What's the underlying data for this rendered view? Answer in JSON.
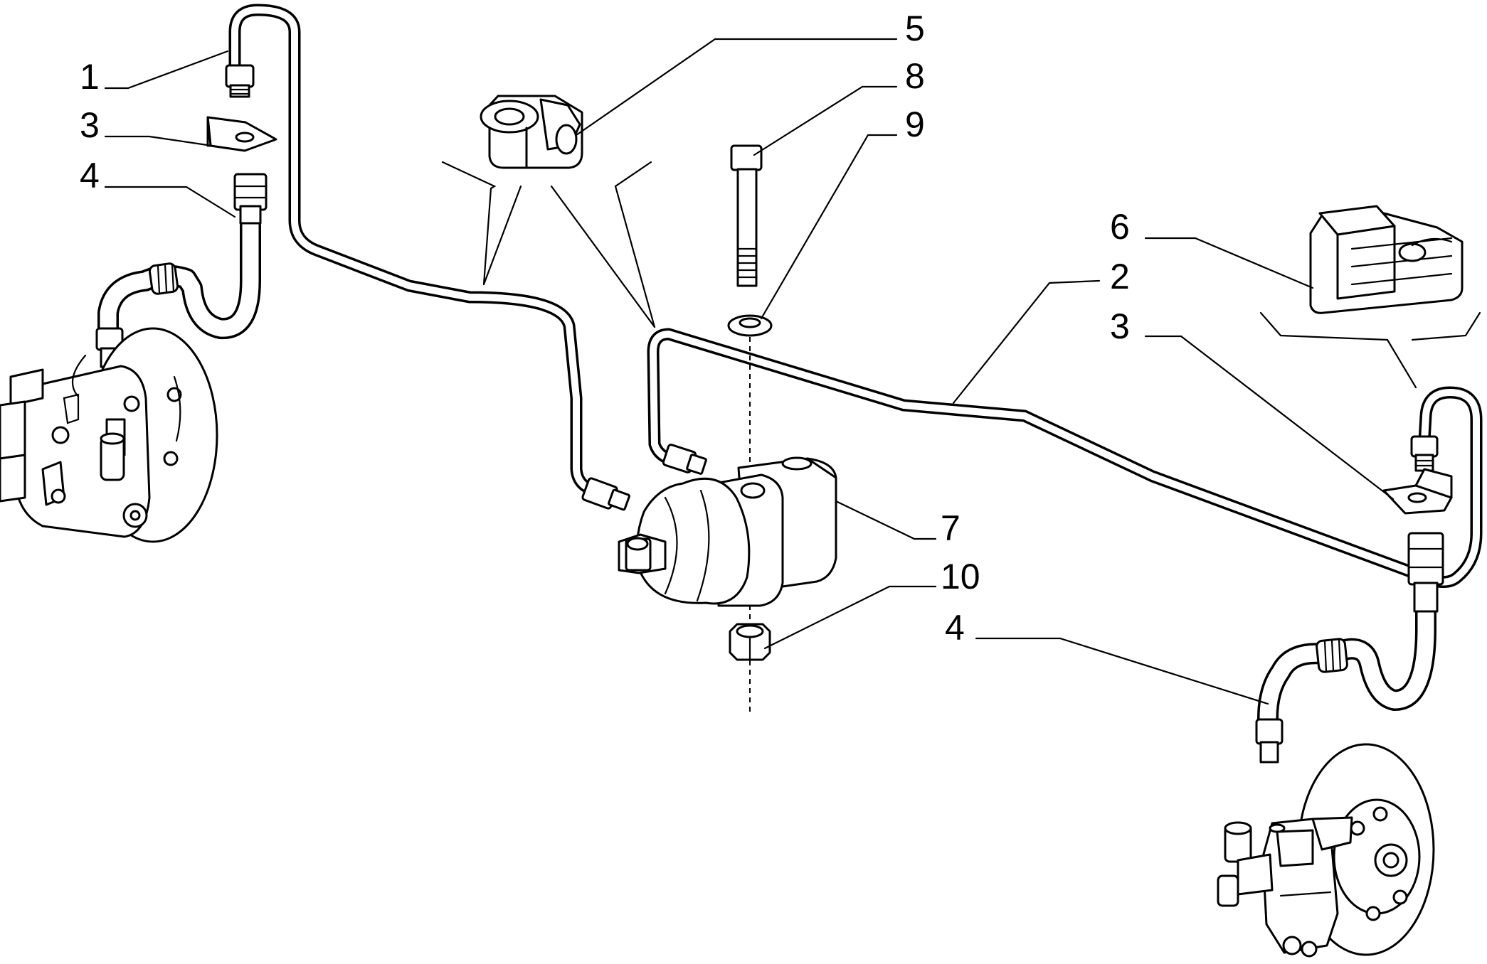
{
  "callouts": {
    "c1": "1",
    "c2": "2",
    "c3_left": "3",
    "c3_right": "3",
    "c4_left": "4",
    "c4_right": "4",
    "c5": "5",
    "c6": "6",
    "c7": "7",
    "c8": "8",
    "c9": "9",
    "c10": "10"
  }
}
